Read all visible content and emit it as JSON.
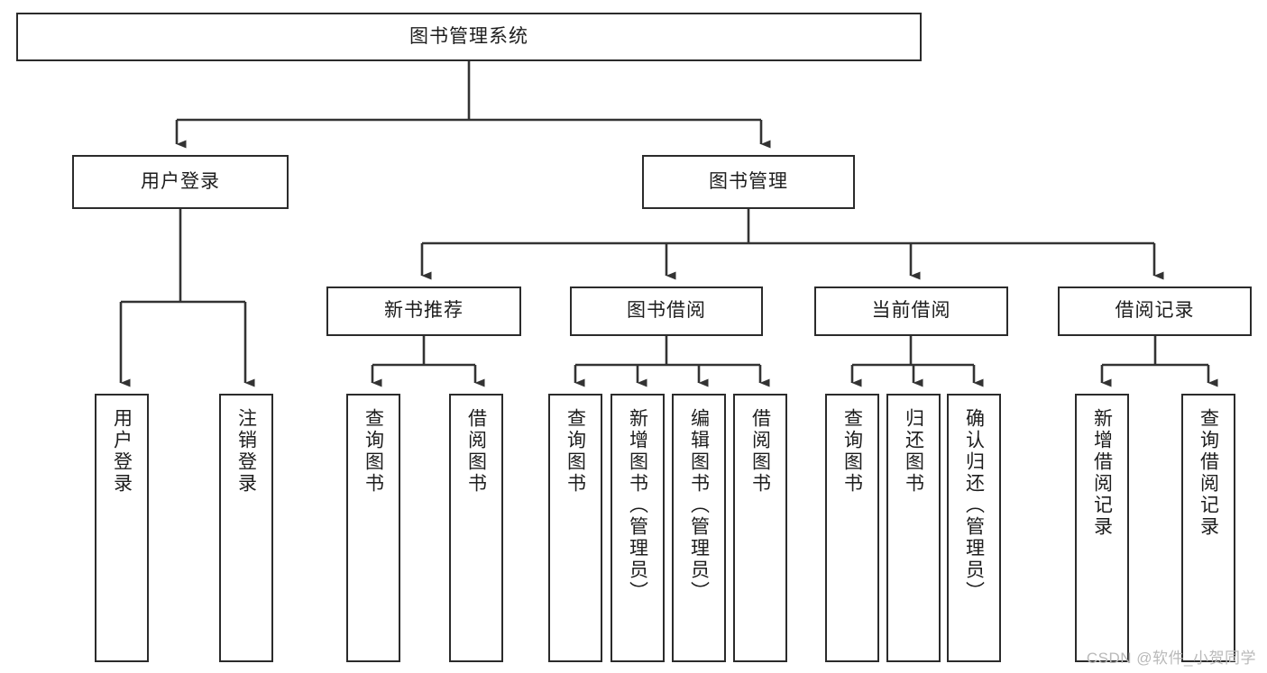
{
  "diagram": {
    "type": "tree",
    "title": "图书管理系统",
    "orientation": "top-down",
    "edge_style": "orthogonal-arrow",
    "colors": {
      "box_border": "#2b2b2b",
      "box_fill": "#ffffff",
      "edge": "#333333",
      "text": "#1d1d1d",
      "watermark": "#b9b9b9"
    },
    "watermark": "CSDN @软件_小贺同学",
    "nodes": {
      "root": {
        "label": "图书管理系统"
      },
      "level1": [
        {
          "label": "用户登录"
        },
        {
          "label": "图书管理"
        }
      ],
      "level2": [
        {
          "label": "新书推荐"
        },
        {
          "label": "图书借阅"
        },
        {
          "label": "当前借阅"
        },
        {
          "label": "借阅记录"
        }
      ],
      "leaves": {
        "user_login": [
          {
            "label": "用户登录"
          },
          {
            "label": "注销登录"
          }
        ],
        "new_book_recommend": [
          {
            "label": "查询图书"
          },
          {
            "label": "借阅图书"
          }
        ],
        "book_borrow": [
          {
            "label": "查询图书"
          },
          {
            "label": "新增图书（管理员）"
          },
          {
            "label": "编辑图书（管理员）"
          },
          {
            "label": "借阅图书"
          }
        ],
        "current_borrow": [
          {
            "label": "查询图书"
          },
          {
            "label": "归还图书"
          },
          {
            "label": "确认归还（管理员）"
          }
        ],
        "borrow_record": [
          {
            "label": "新增借阅记录"
          },
          {
            "label": "查询借阅记录"
          }
        ]
      }
    }
  }
}
